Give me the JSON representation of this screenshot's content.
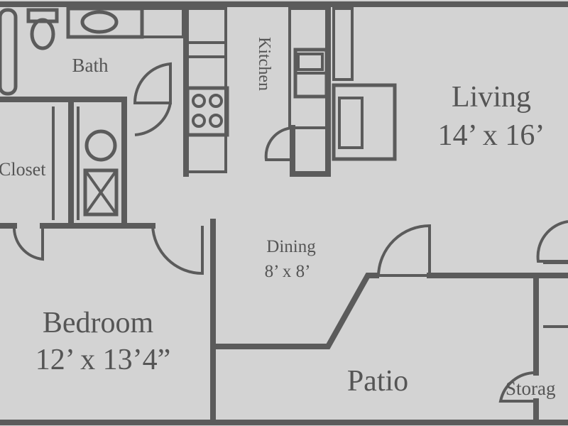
{
  "rooms": {
    "bath": {
      "name": "Bath"
    },
    "kitchen": {
      "name": "Kitchen"
    },
    "living": {
      "name": "Living",
      "size": "14’ x 16’"
    },
    "closet": {
      "name": "Closet"
    },
    "dining": {
      "name": "Dining",
      "size": "8’ x 8’"
    },
    "bedroom": {
      "name": "Bedroom",
      "size": "12’ x 13’4”"
    },
    "patio": {
      "name": "Patio"
    },
    "storage": {
      "name": "Storag"
    }
  },
  "colors": {
    "background": "#d3d3d3",
    "walls": "#5b5b5b",
    "text": "#555555"
  }
}
